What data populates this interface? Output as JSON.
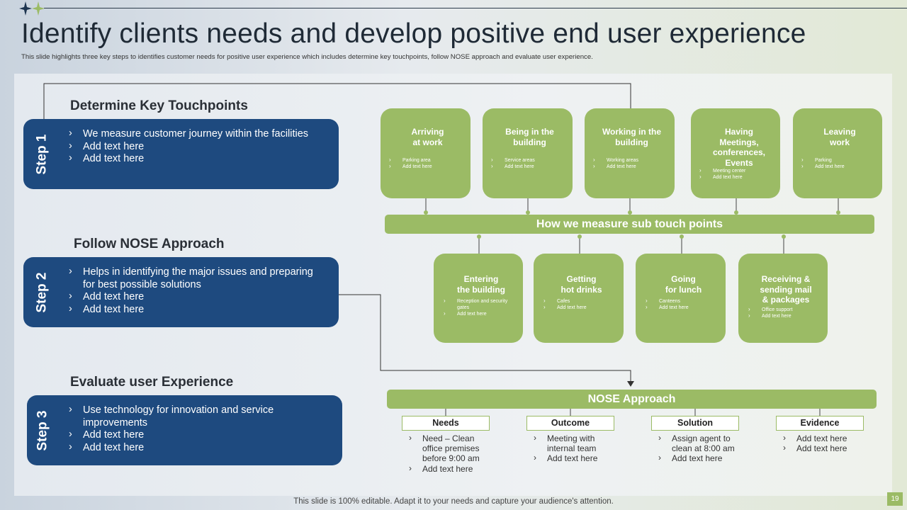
{
  "title": "Identify clients needs and develop positive end user experience",
  "subtitle": "This slide highlights three key steps to identifies customer needs for positive user experience which includes determine key touchpoints, follow NOSE approach and evaluate user experience.",
  "steps": [
    {
      "label": "Step 1",
      "heading": "Determine Key Touchpoints",
      "bullets": [
        "We measure customer journey within the facilities",
        "Add text here",
        "Add text here"
      ]
    },
    {
      "label": "Step 2",
      "heading": "Follow NOSE Approach",
      "bullets": [
        "Helps in identifying the major issues and preparing for best possible solutions",
        "Add text here",
        "Add text here"
      ]
    },
    {
      "label": "Step 3",
      "heading": "Evaluate user Experience",
      "bullets": [
        "Use technology for innovation  and service improvements",
        "Add text here",
        "Add text here"
      ]
    }
  ],
  "touchpoints": [
    {
      "title": "Arriving\nat work",
      "items": [
        "Parking area",
        "Add text here"
      ]
    },
    {
      "title": "Being in the\nbuilding",
      "items": [
        "Service areas",
        "Add text here"
      ]
    },
    {
      "title": "Working in the\nbuilding",
      "items": [
        "Working areas",
        "Add text here"
      ]
    },
    {
      "title": "Having\nMeetings,\nconferences, Events",
      "items": [
        "Meeting center",
        "Add text here"
      ]
    },
    {
      "title": "Leaving\nwork",
      "items": [
        "Parking",
        "Add text here"
      ]
    }
  ],
  "measure_bar": "How we measure sub touch points",
  "sub_touchpoints": [
    {
      "title": "Entering\nthe building",
      "items": [
        "Reception and security gates",
        "Add text here"
      ]
    },
    {
      "title": "Getting\nhot drinks",
      "items": [
        "Cafes",
        "Add text here"
      ]
    },
    {
      "title": "Going\nfor lunch",
      "items": [
        "Canteens",
        "Add text here"
      ]
    },
    {
      "title": "Receiving &\nsending mail\n& packages",
      "items": [
        "Office support",
        "Add text here"
      ]
    }
  ],
  "nose_bar": "NOSE Approach",
  "nose": [
    {
      "label": "Needs",
      "items": [
        "Need – Clean office premises before 9:00 am",
        "Add text here"
      ]
    },
    {
      "label": "Outcome",
      "items": [
        "Meeting with internal team",
        "Add text here"
      ]
    },
    {
      "label": "Solution",
      "items": [
        "Assign agent to clean at 8:00 am",
        "Add text here"
      ]
    },
    {
      "label": "Evidence",
      "items": [
        "Add text here",
        "Add text here"
      ]
    }
  ],
  "footer": "This slide is 100% editable. Adapt it to your needs and capture your audience's attention.",
  "page_number": "19",
  "colors": {
    "navy": "#1e4a7f",
    "green": "#9bbb65",
    "accent_star": "#9bbb65"
  },
  "icons": [
    "star-icon"
  ]
}
